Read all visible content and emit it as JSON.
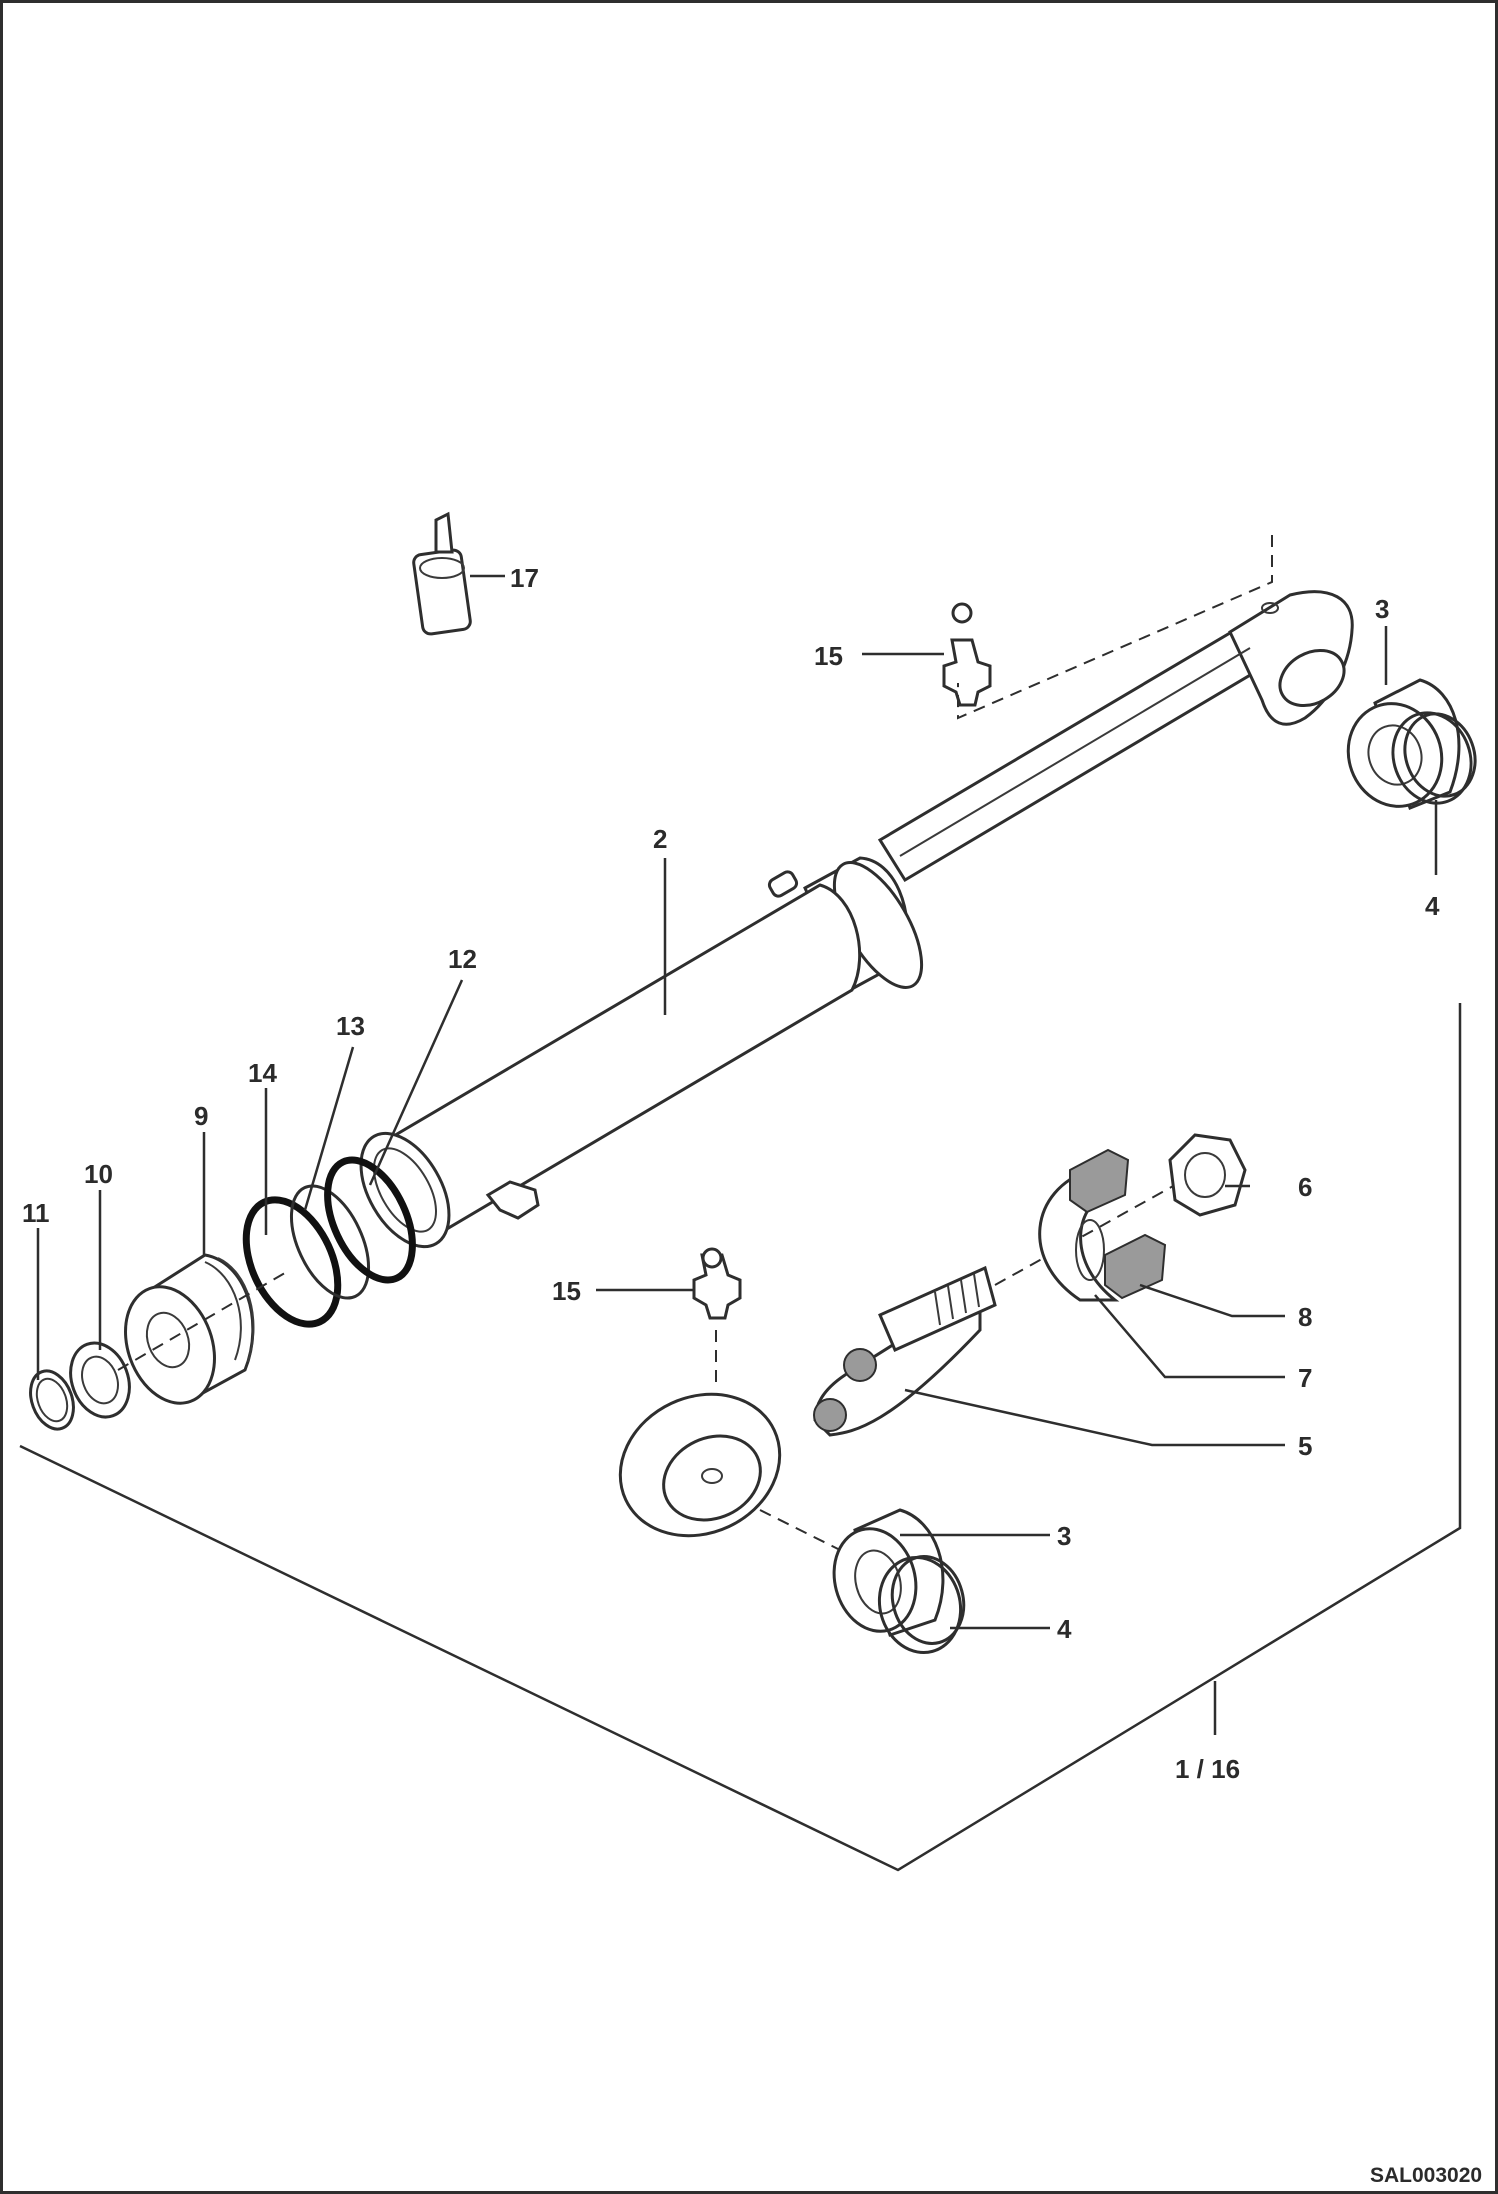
{
  "callouts": {
    "c2": "2",
    "c3a": "3",
    "c3b": "3",
    "c4a": "4",
    "c4b": "4",
    "c5": "5",
    "c6": "6",
    "c7": "7",
    "c8": "8",
    "c9": "9",
    "c10": "10",
    "c11": "11",
    "c12": "12",
    "c13": "13",
    "c14": "14",
    "c15a": "15",
    "c15b": "15",
    "c16": "1 / 16",
    "c17": "17"
  },
  "drawing_id": "SAL003020"
}
